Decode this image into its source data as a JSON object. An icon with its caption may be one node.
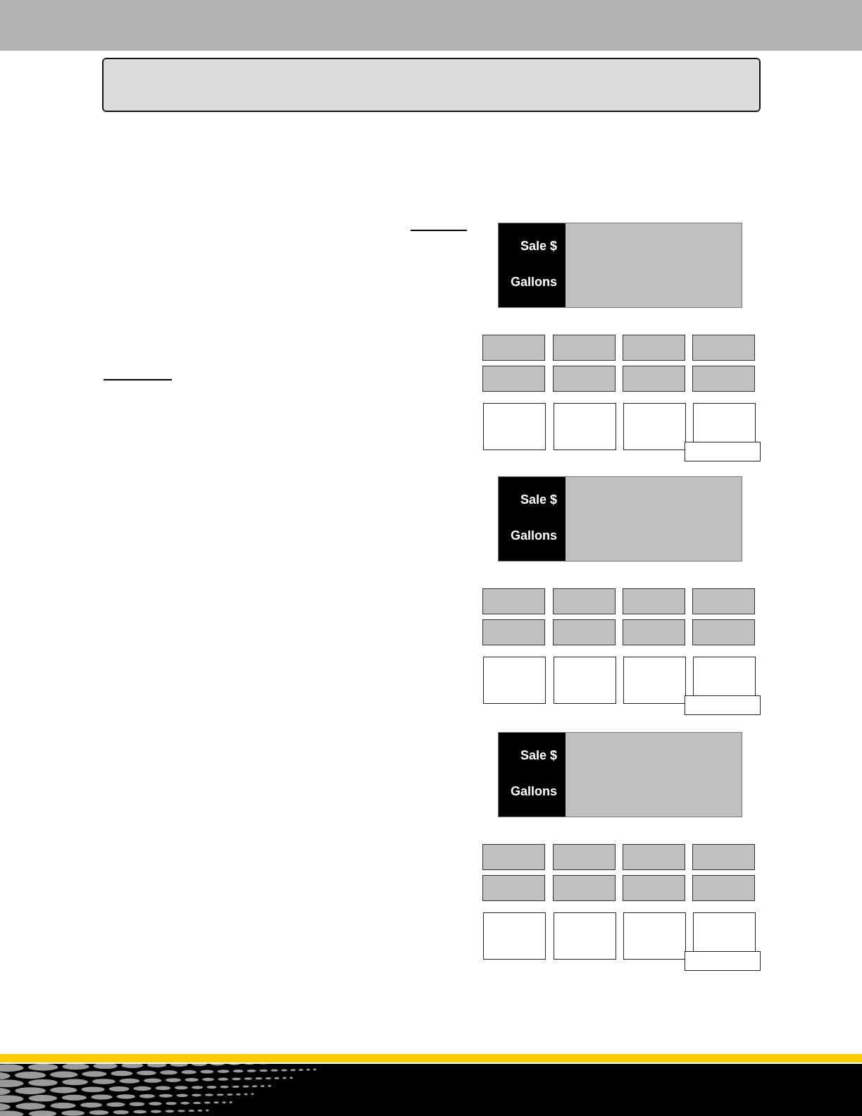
{
  "diagram": {
    "nodes": [
      {
        "text": [
          "Sale $",
          "Gallons"
        ]
      },
      {
        "text": [
          "Sale $",
          "Gallons"
        ]
      },
      {
        "text": [
          "Sale $",
          "Gallons"
        ]
      }
    ]
  }
}
